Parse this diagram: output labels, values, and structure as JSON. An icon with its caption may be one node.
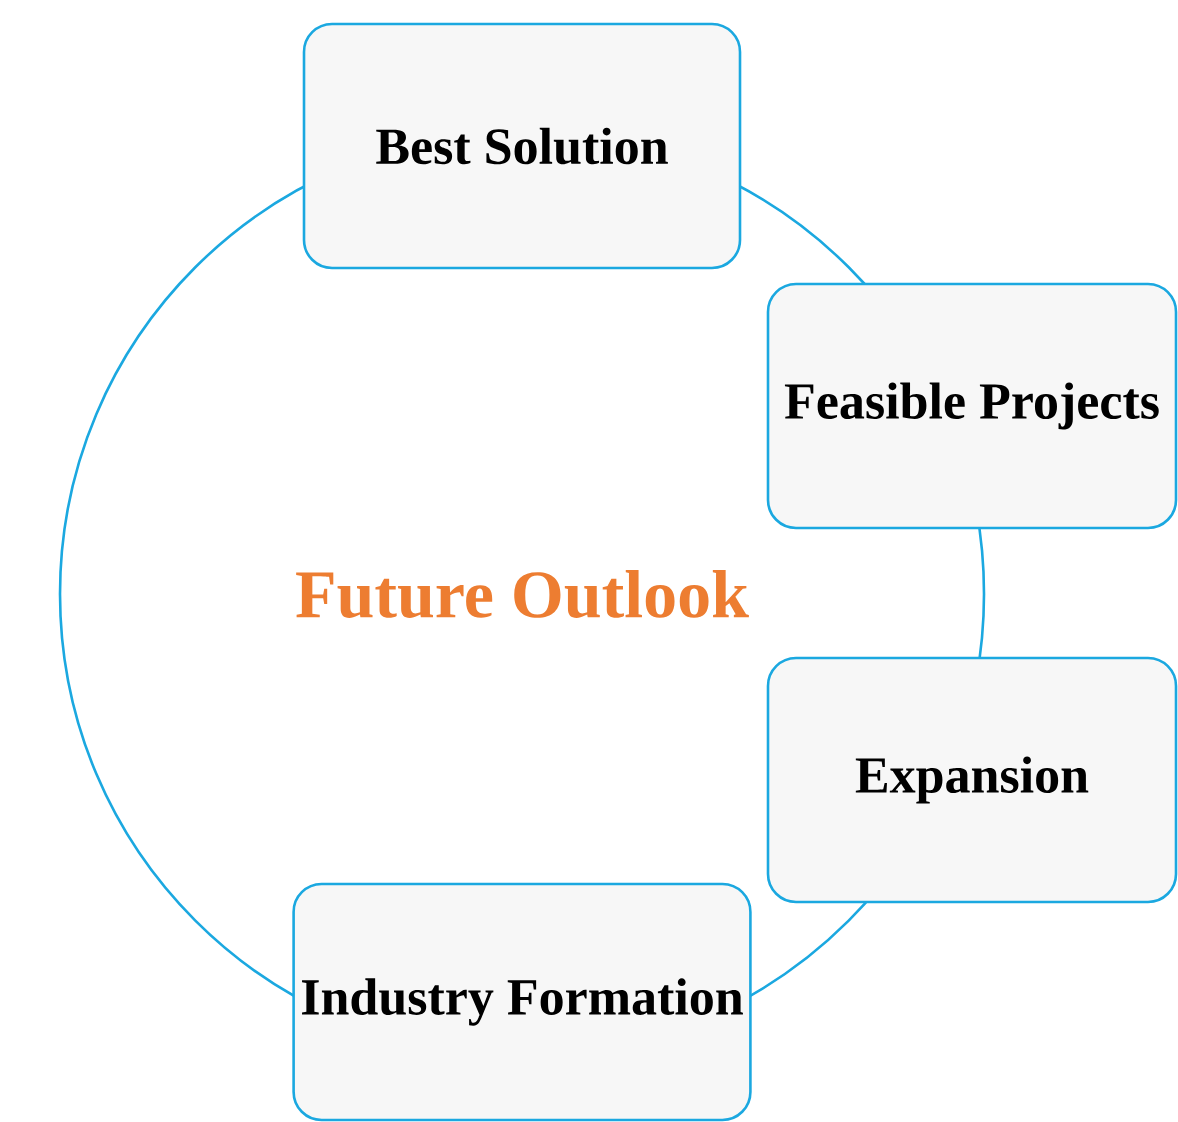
{
  "diagram": {
    "nodes": [
      {
        "text": [
          "Future Outlook"
        ]
      },
      {
        "text": [
          "Best Solution"
        ]
      },
      {
        "text": [
          "Feasible Projects"
        ]
      },
      {
        "text": [
          "Expansion"
        ]
      },
      {
        "text": [
          "Industry Formation"
        ]
      }
    ]
  }
}
